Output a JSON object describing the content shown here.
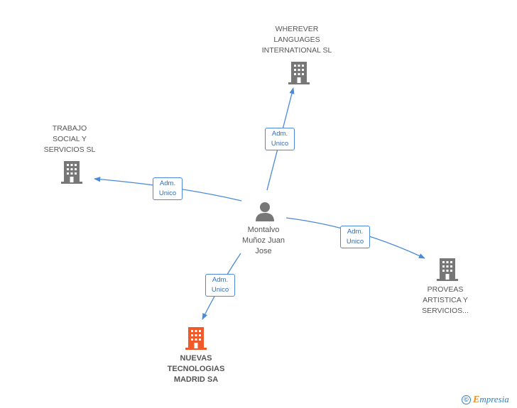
{
  "nodes": {
    "wherever": {
      "lines": [
        "WHEREVER",
        "LANGUAGES",
        "INTERNATIONAL SL"
      ],
      "icon": "building-icon",
      "color": "#777777"
    },
    "trabajo": {
      "lines": [
        "TRABAJO",
        "SOCIAL Y",
        "SERVICIOS SL"
      ],
      "icon": "building-icon",
      "color": "#777777"
    },
    "proveas": {
      "lines": [
        "PROVEAS",
        "ARTISTICA Y",
        "SERVICIOS..."
      ],
      "icon": "building-icon",
      "color": "#777777"
    },
    "nuevas": {
      "lines": [
        "NUEVAS",
        "TECNOLOGIAS",
        "MADRID SA"
      ],
      "icon": "building-icon",
      "color": "#f05a2b"
    },
    "person": {
      "lines": [
        "Montalvo",
        "Muñoz Juan",
        "Jose"
      ],
      "icon": "person-icon",
      "color": "#777777"
    }
  },
  "edges": [
    {
      "id": "to-wherever",
      "lines": [
        "Adm.",
        "Unico"
      ]
    },
    {
      "id": "to-trabajo",
      "lines": [
        "Adm.",
        "Unico"
      ]
    },
    {
      "id": "to-proveas",
      "lines": [
        "Adm.",
        "Unico"
      ]
    },
    {
      "id": "to-nuevas",
      "lines": [
        "Adm.",
        "Unico"
      ]
    }
  ],
  "edge_color": "#4a8ad6",
  "brand": {
    "copyright": "©",
    "e": "E",
    "rest": "mpresia"
  }
}
